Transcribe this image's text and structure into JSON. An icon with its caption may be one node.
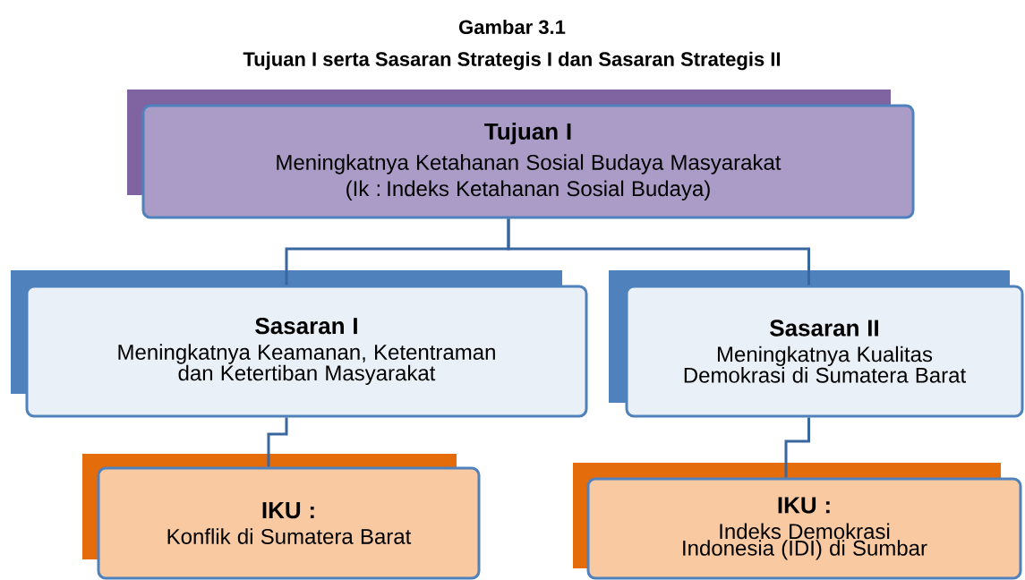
{
  "diagram": {
    "title": "Gambar 3.1",
    "caption": "Tujuan I serta Sasaran Strategis I dan Sasaran Strategis II",
    "nodes": [
      {
        "text": [
          "Tujuan I",
          "Meningkatnya Ketahanan Sosial Budaya Masyarakat",
          "(Ik : Indeks Ketahanan Sosial Budaya)"
        ]
      },
      {
        "text": [
          "Sasaran I",
          "Meningkatnya Keamanan, Ketentraman dan Ketertiban Masyarakat"
        ]
      },
      {
        "text": [
          "Sasaran II",
          "Meningkatnya Kualitas Demokrasi di Sumatera Barat"
        ]
      },
      {
        "text": [
          "IKU :",
          "Konflik di Sumatera Barat"
        ]
      },
      {
        "text": [
          "IKU :",
          "Indeks Demokrasi Indonesia (IDI) di Sumbar"
        ]
      }
    ],
    "edges": [
      {
        "from": 0,
        "to": 1,
        "arrow": "none"
      },
      {
        "from": 0,
        "to": 2,
        "arrow": "none"
      },
      {
        "from": 1,
        "to": 3,
        "arrow": "none"
      },
      {
        "from": 2,
        "to": 4,
        "arrow": "none"
      }
    ]
  }
}
